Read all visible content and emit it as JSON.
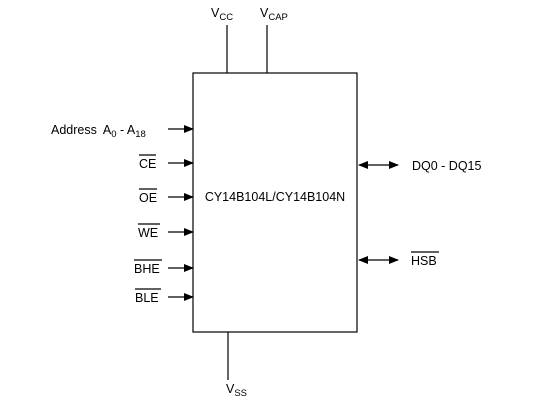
{
  "chip": {
    "name": "CY14B104L/CY14B104N"
  },
  "power": {
    "vcc_main": "V",
    "vcc_sub": "CC",
    "vcap_main": "V",
    "vcap_sub": "CAP",
    "vss_main": "V",
    "vss_sub": "SS"
  },
  "inputs": {
    "address_label": "Address",
    "a0_main": "A",
    "a0_sub": "0",
    "address_sep": " - ",
    "a18_main": "A",
    "a18_sub": "18",
    "ce": "CE",
    "oe": "OE",
    "we": "WE",
    "bhe": "BHE",
    "ble": "BLE"
  },
  "outputs": {
    "dq": "DQ0 - DQ15",
    "hsb": "HSB"
  }
}
